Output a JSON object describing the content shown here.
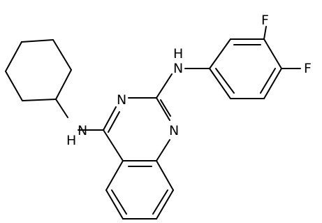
{
  "molecule": {
    "atom_labels": {
      "n_cyclohexylamino_h": "H",
      "n_cyclohexylamino": "N",
      "n_ring_3": "N",
      "n_ring_1": "N",
      "n_arylamino_h": "H",
      "n_arylamino": "N",
      "f_meta": "F",
      "f_para": "F"
    }
  },
  "colors": {
    "bond": "#000000",
    "label": "#000000",
    "background": "#ffffff"
  }
}
